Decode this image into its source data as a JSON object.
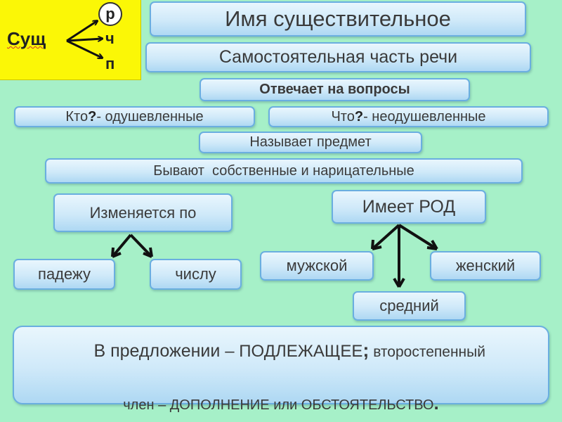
{
  "corner": {
    "label": "Сущ",
    "letter_r": "р",
    "letter_ch": "ч",
    "letter_p": "п"
  },
  "title": "Имя существительное",
  "definition": "Самостоятельная часть речи",
  "questions_header": "Отвечает на вопросы",
  "who": {
    "word": "Кто",
    "mark": "?",
    "text": " - одушевленные"
  },
  "what": {
    "word": "Что",
    "mark": "?",
    "text": "- неодушевленные"
  },
  "names_object": "Называет предмет",
  "types": "Бывают  собственные и нарицательные",
  "changes": {
    "label": "Изменяется по",
    "items": [
      "падежу",
      "числу"
    ]
  },
  "gender": {
    "label": "Имеет РОД",
    "masculine": "мужской",
    "feminine": "женский",
    "neuter": "средний"
  },
  "sentence": {
    "line1_a": "В предложении ",
    "line1_b": "– ПОДЛЕЖАЩЕЕ",
    "line1_c": ";",
    "line1_d": " второстепенный",
    "line2_a": "член – ДОПОЛНЕНИЕ или ОБСТОЯТЕЛЬСТВО",
    "line2_b": "."
  },
  "colors": {
    "background": "#a6f0c8",
    "corner": "#fbf706",
    "box_border": "#6aaee0",
    "text": "#3a3a3a"
  }
}
